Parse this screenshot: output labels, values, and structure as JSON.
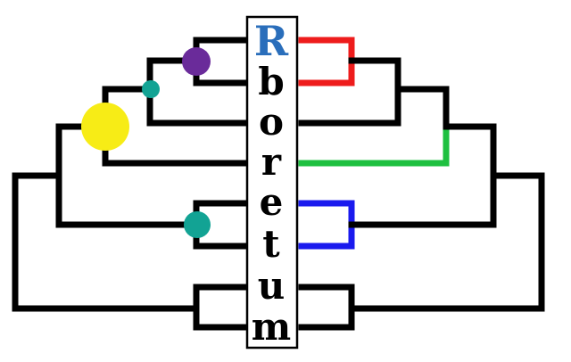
{
  "logo": {
    "letters": [
      "R",
      "b",
      "o",
      "r",
      "e",
      "t",
      "u",
      "m"
    ],
    "first_letter_color": "#2a6ebb",
    "letter_color": "#000000"
  },
  "colors": {
    "branch_default": "#000000",
    "branch_red": "#ee1c1c",
    "branch_green": "#1ec040",
    "branch_blue": "#1a1aee",
    "node_yellow": "#f7ec16",
    "node_purple": "#6a2b9a",
    "node_teal": "#12a394"
  }
}
